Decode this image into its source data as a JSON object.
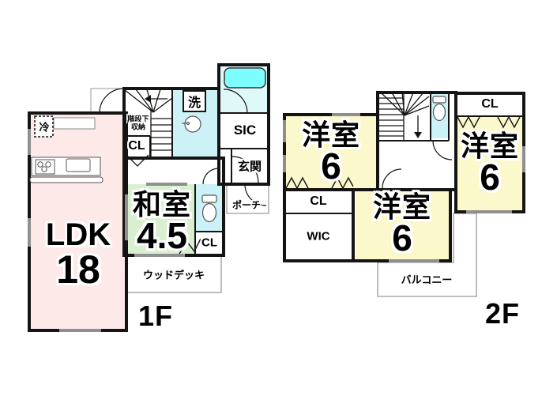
{
  "floor1": {
    "label": "1F",
    "ldk": {
      "name": "LDK",
      "size": "18"
    },
    "washitsu": {
      "name": "和室",
      "size": "4.5"
    },
    "fridge": "冷",
    "laundry": "洗",
    "sic": "SIC",
    "entrance": "玄関",
    "porch": "ポーチ",
    "stairs_storage_line1": "階段下",
    "stairs_storage_line2": "収納",
    "closet_stairs": "CL",
    "closet_toilet": "CL",
    "wood_deck": "ウッドデッキ"
  },
  "floor2": {
    "label": "2F",
    "room_nw": {
      "name": "洋室",
      "size": "6"
    },
    "room_ne": {
      "name": "洋室",
      "size": "6"
    },
    "room_center": {
      "name": "洋室",
      "size": "6"
    },
    "closet_nw": "CL",
    "closet_ne": "CL",
    "wic": "WIC",
    "balcony": "バルコニー"
  },
  "colors": {
    "ldk_pink": "#fce9e8",
    "tatami_green": "#d8efd0",
    "bedroom_yellow": "#fbf8cc",
    "wet_area_cyan": "#ccf2f7",
    "bath_floor_cyan": "#dff8f8",
    "bathtub_cyan": "#7dfdfd",
    "wall_black": "#141414"
  }
}
